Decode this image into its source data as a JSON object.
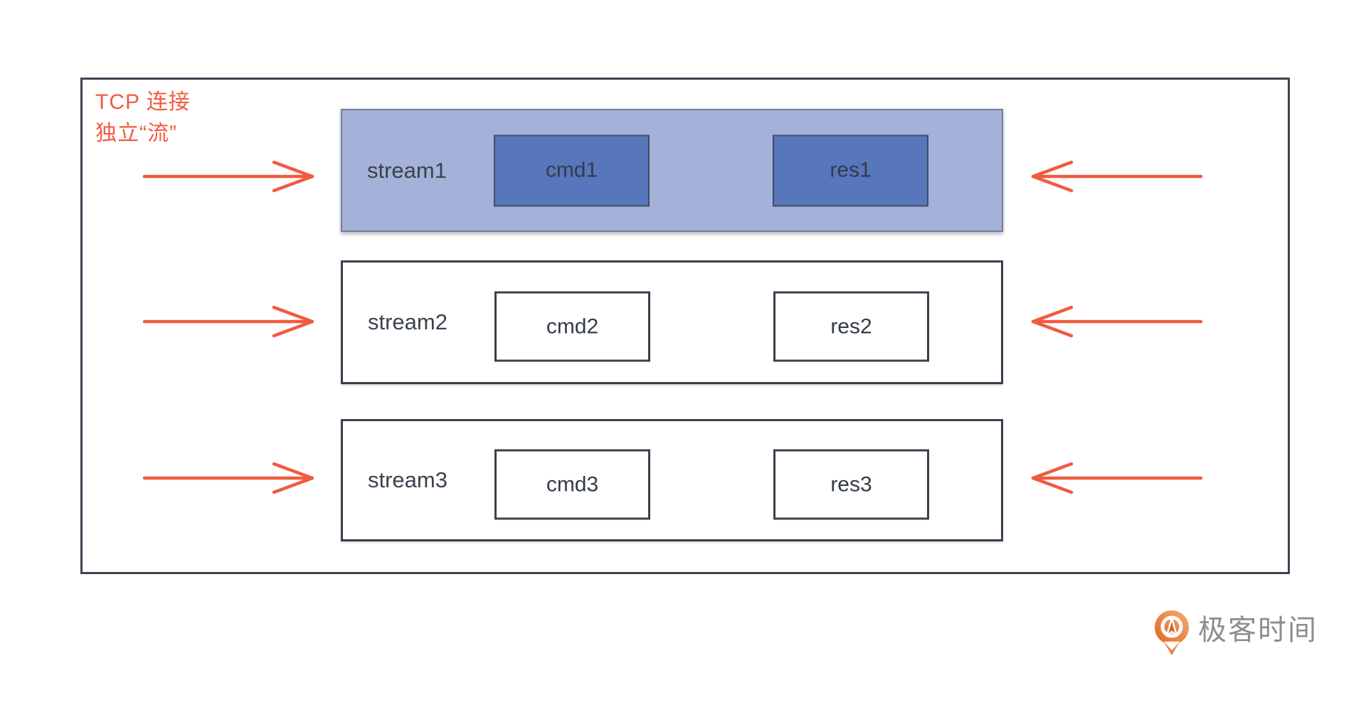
{
  "diagram": {
    "annotation": {
      "line1": "TCP 连接",
      "line2": "独立“流”"
    },
    "streams": [
      {
        "name": "stream1",
        "cmd": "cmd1",
        "res": "res1",
        "highlighted": true
      },
      {
        "name": "stream2",
        "cmd": "cmd2",
        "res": "res2",
        "highlighted": false
      },
      {
        "name": "stream3",
        "cmd": "cmd3",
        "res": "res3",
        "highlighted": false
      }
    ],
    "colors": {
      "accent_arrow": "#f15b3f",
      "annotation_text": "#f15b3f",
      "highlighted_row_fill": "#a4b1d8",
      "highlighted_inner_fill": "#5776bc",
      "box_border": "#39404c",
      "label_text": "#3b434f"
    },
    "icons": {
      "inbound_arrow": "arrow-right",
      "return_arrow": "arrow-left"
    }
  },
  "branding": {
    "logo_icon": "geektime-logo",
    "logo_text": "极客时间",
    "logo_orange": "#e4682a",
    "logo_text_color": "#8d8d8d"
  }
}
